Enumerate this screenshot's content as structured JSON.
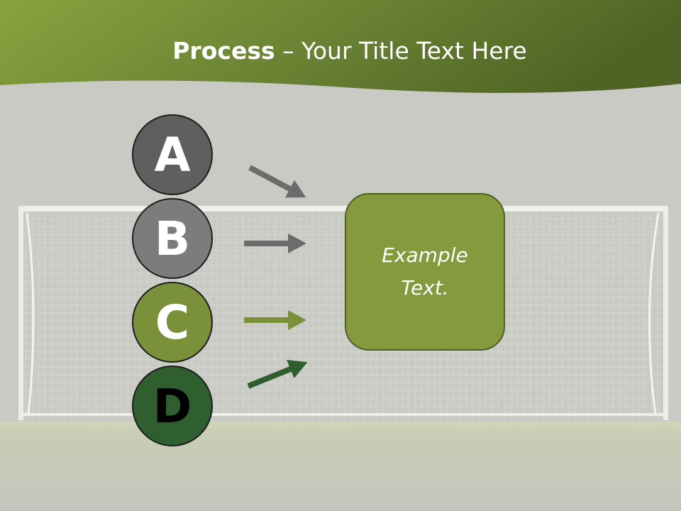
{
  "title": {
    "bold": "Process",
    "rest": " – Your Title Text Here"
  },
  "steps": [
    {
      "letter": "A",
      "color": "#5f5f5f"
    },
    {
      "letter": "B",
      "color": "#7c7c7c"
    },
    {
      "letter": "C",
      "color": "#7a9139"
    },
    {
      "letter": "D",
      "color": "#2f5f2f"
    }
  ],
  "target": {
    "text": "Example Text.",
    "color": "#849a3c"
  },
  "colors": {
    "header": "#6f8a34",
    "field": "#c9cac4",
    "arrow_gray": "#6c6c6c",
    "arrow_green": "#7a9139",
    "arrow_dark": "#2f5f2f"
  }
}
